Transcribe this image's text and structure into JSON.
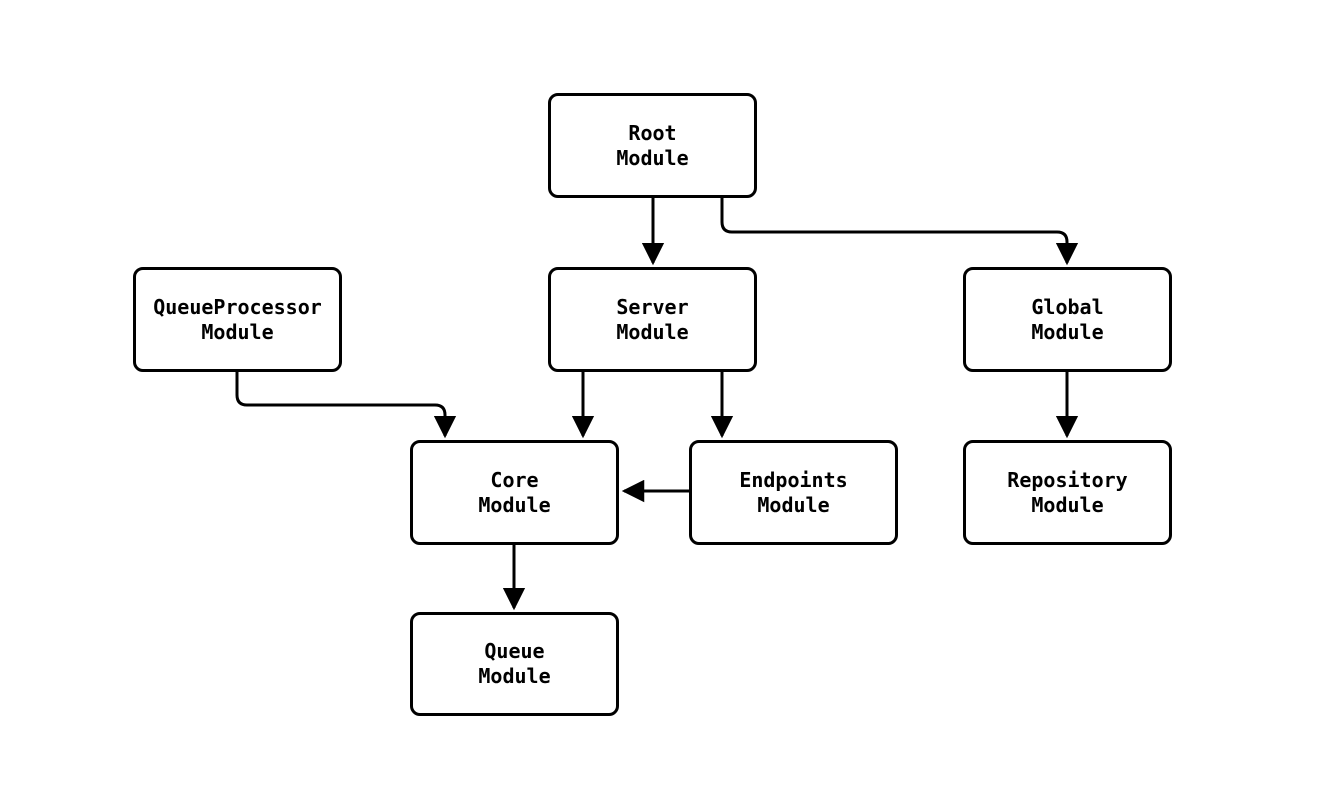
{
  "diagram": {
    "type": "module-dependency-graph",
    "colors": {
      "background": "#ffffff",
      "node_fill": "#ffffff",
      "node_border": "#000000",
      "text": "#000000",
      "edge": "#000000"
    },
    "nodes": [
      {
        "id": "root",
        "label": "Root\nModule"
      },
      {
        "id": "queueprocessor",
        "label": "QueueProcessor\nModule"
      },
      {
        "id": "server",
        "label": "Server\nModule"
      },
      {
        "id": "global",
        "label": "Global\nModule"
      },
      {
        "id": "core",
        "label": "Core\nModule"
      },
      {
        "id": "endpoints",
        "label": "Endpoints\nModule"
      },
      {
        "id": "repository",
        "label": "Repository\nModule"
      },
      {
        "id": "queue",
        "label": "Queue\nModule"
      }
    ],
    "edges": [
      {
        "from": "root",
        "to": "server"
      },
      {
        "from": "root",
        "to": "global"
      },
      {
        "from": "queueprocessor",
        "to": "core"
      },
      {
        "from": "server",
        "to": "core"
      },
      {
        "from": "server",
        "to": "endpoints"
      },
      {
        "from": "endpoints",
        "to": "core"
      },
      {
        "from": "core",
        "to": "queue"
      },
      {
        "from": "global",
        "to": "repository"
      }
    ]
  }
}
